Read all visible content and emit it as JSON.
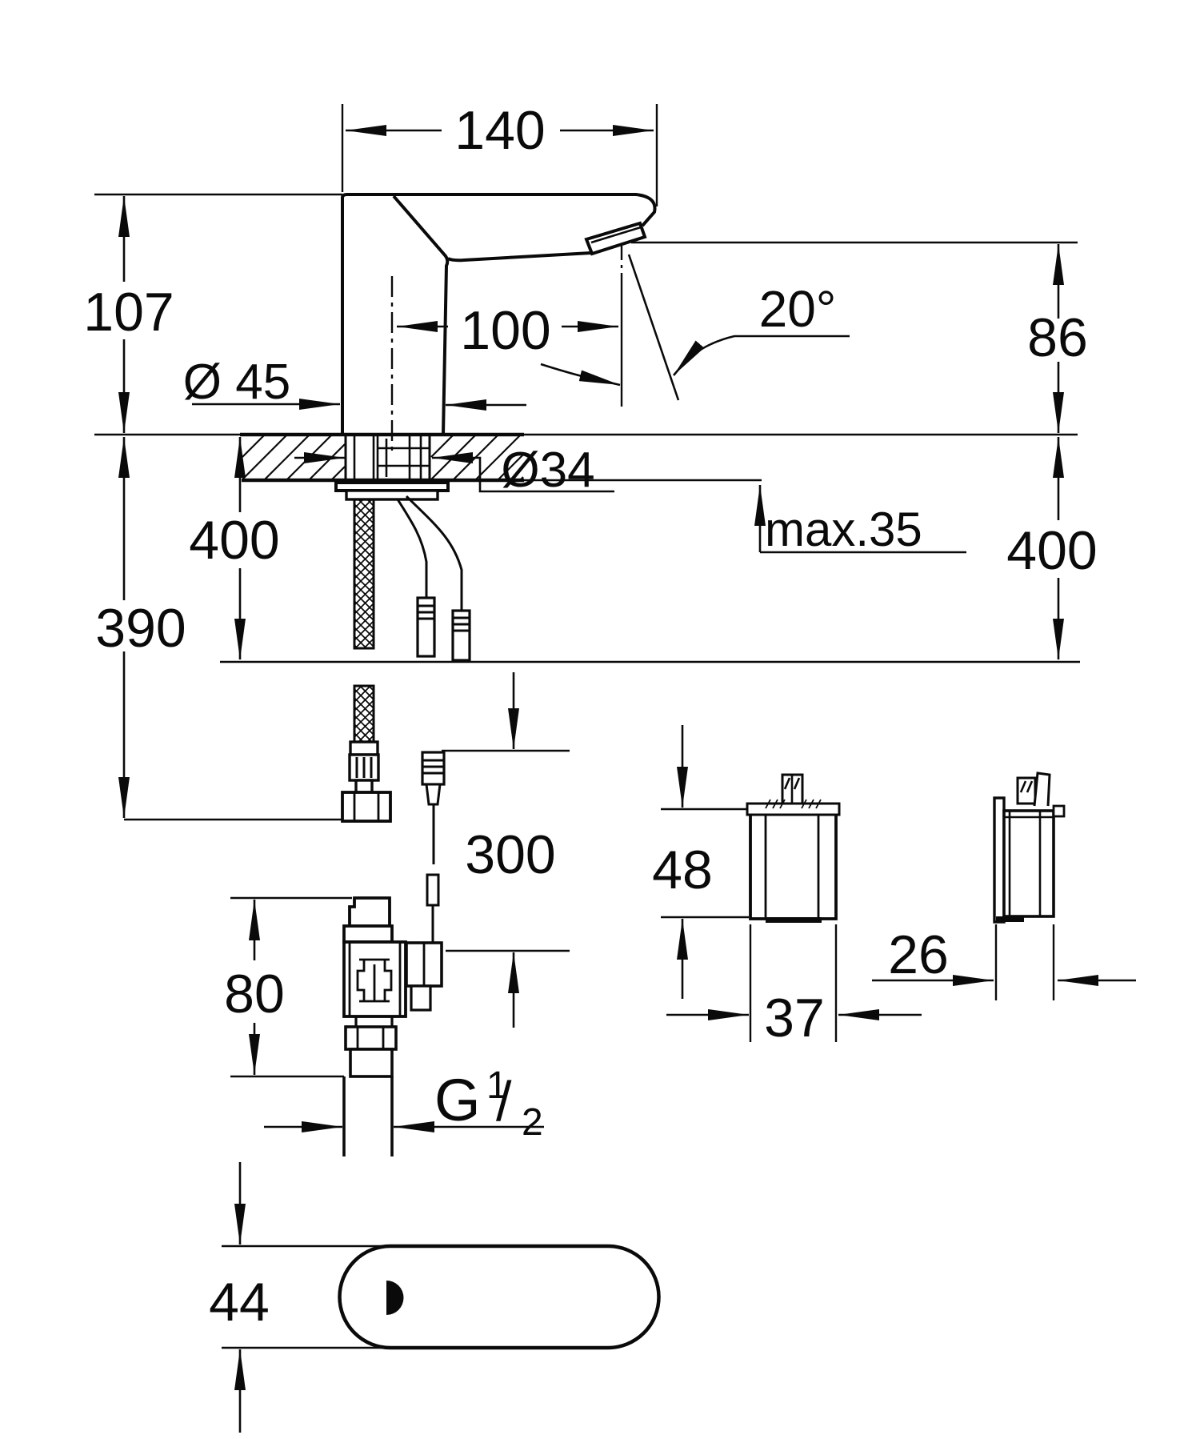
{
  "drawing": {
    "kind": "installation dimension drawing",
    "units": "mm",
    "labels": {
      "d140": "140",
      "d107": "107",
      "d100": "100",
      "dia45": "Ø 45",
      "a20": "20°",
      "d86": "86",
      "dia34": "Ø34",
      "max35": "max.35",
      "d400_left": "400",
      "d390": "390",
      "d400_right": "400",
      "d300": "300",
      "d80": "80",
      "d48": "48",
      "d37": "37",
      "d26": "26",
      "d44": "44",
      "thread_g": "G",
      "thread_num": "1",
      "thread_slash": "/",
      "thread_den": "2"
    }
  }
}
